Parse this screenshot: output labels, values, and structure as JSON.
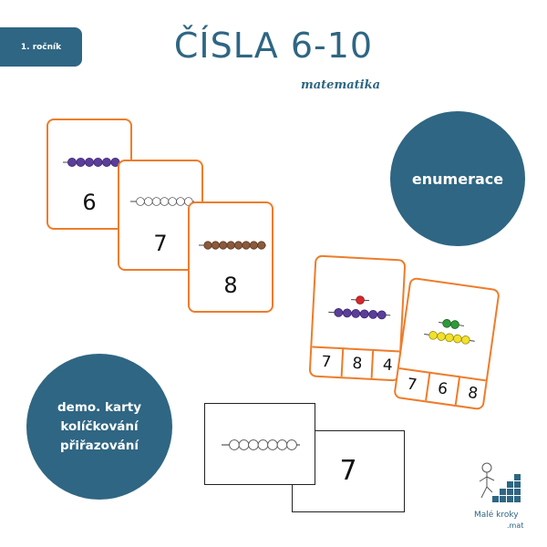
{
  "grade_label": "1. ročník",
  "title": "ČÍSLA 6-10",
  "subtitle": "matematika",
  "cards": [
    {
      "number": "6",
      "beads": 6,
      "bead_color": "#5b3e98"
    },
    {
      "number": "7",
      "beads": 7,
      "bead_color": "#ffffff"
    },
    {
      "number": "8",
      "beads": 8,
      "bead_color": "#8a5a3b"
    }
  ],
  "enumerace_label": "enumerace",
  "bottom_circle_lines": [
    "demo. karty",
    "kolíčkování",
    "přiřazování"
  ],
  "peg_cards": [
    {
      "options": [
        "7",
        "8",
        "4"
      ]
    },
    {
      "options": [
        "7",
        "6",
        "8"
      ]
    }
  ],
  "demo_card_number": "7",
  "logo": {
    "name": "Malé kroky",
    "sub": ".mat"
  },
  "colors": {
    "accent": "#ee7c2a",
    "brand": "#2f6683"
  }
}
